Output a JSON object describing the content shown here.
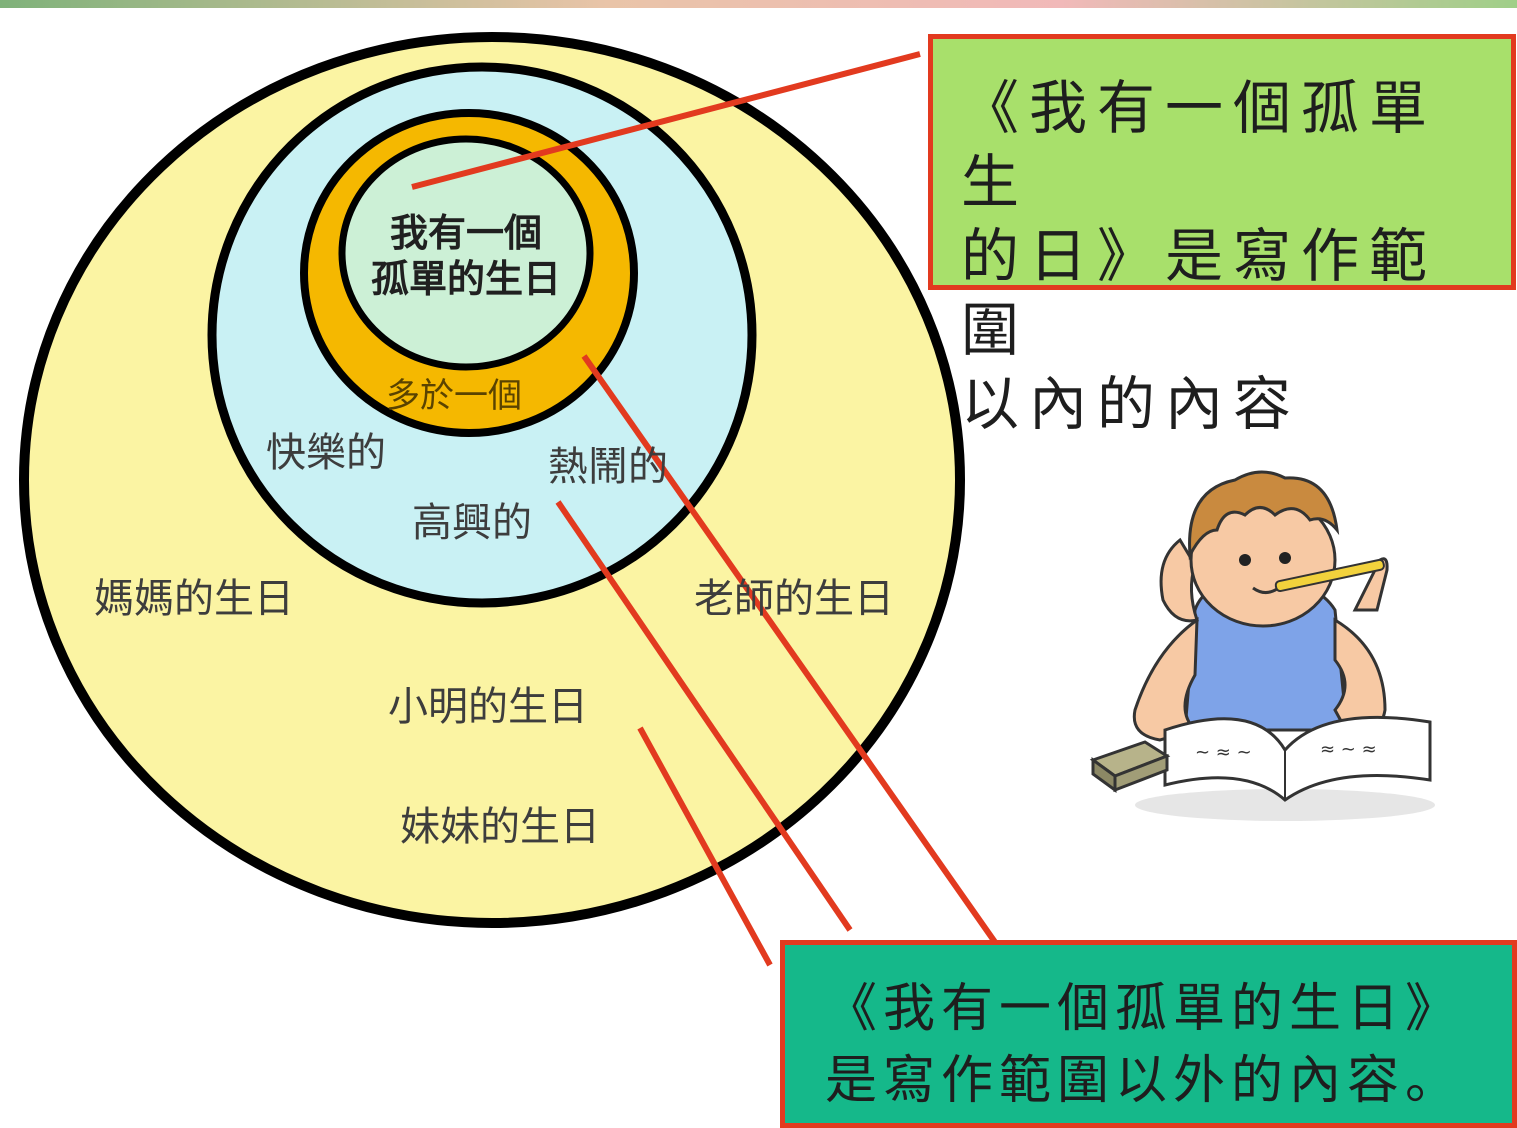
{
  "diagram": {
    "center_label": [
      "我有一個",
      "孤單的生日"
    ],
    "ring_label": "多於一個",
    "inner_ring_labels": [
      "快樂的",
      "熱鬧的",
      "高興的"
    ],
    "outer_labels": [
      "媽媽的生日",
      "老師的生日",
      "小明的生日",
      "妹妹的生日"
    ]
  },
  "callouts": {
    "inside": [
      "《我有一個孤單生",
      "的日》是寫作範圍",
      "以內的內容"
    ],
    "outside": [
      "《我有一個孤單的生日》",
      "是寫作範圍以外的內容。"
    ]
  },
  "colors": {
    "outer_circle": "#fbf4a3",
    "middle_circle": "#c9f1f4",
    "ring": "#f5b800",
    "core": "#ccf0d6",
    "connector": "#e23a1f",
    "inside_box": "#a8e06b",
    "outside_box": "#15b88a"
  },
  "illustration": "boy-studying-illustration"
}
